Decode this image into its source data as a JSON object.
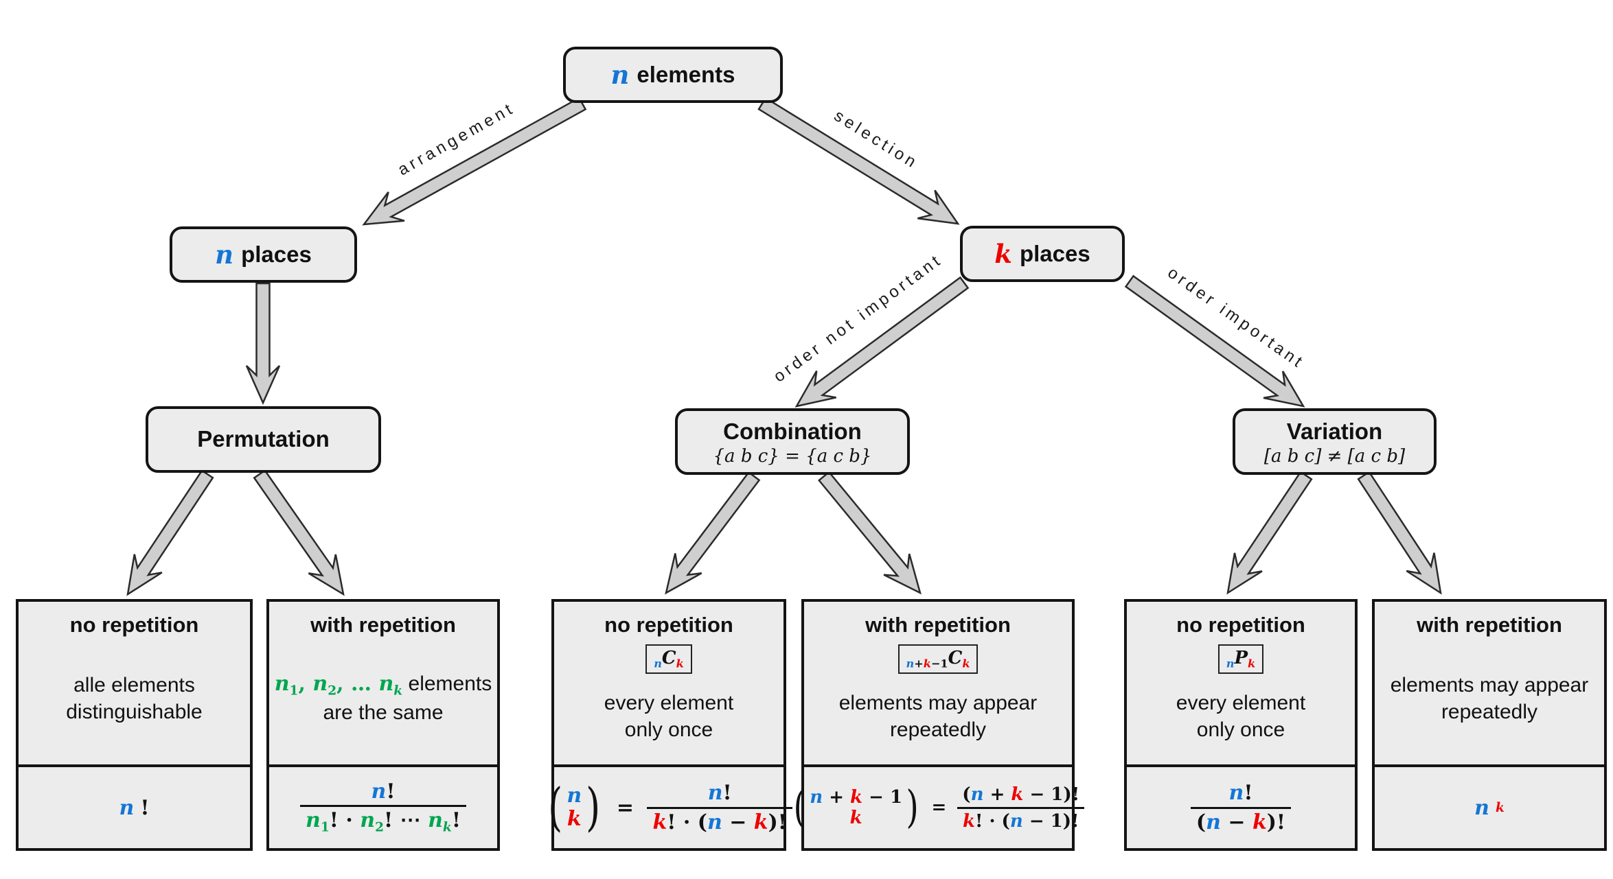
{
  "colors": {
    "blue": "#1376D6",
    "red": "#EE0000",
    "green": "#00A64F",
    "box_fill": "#ECECEC",
    "arrow_fill": "#CFCFCF"
  },
  "root": {
    "var": "n",
    "label": "elements"
  },
  "branch_left": {
    "var": "n",
    "label": "places"
  },
  "branch_right": {
    "var": "k",
    "label": "places"
  },
  "edge_labels": {
    "arrangement": "arrangement",
    "selection": "selection",
    "order_not_important": "order not important",
    "order_important": "order important"
  },
  "categories": {
    "permutation": {
      "title": "Permutation"
    },
    "combination": {
      "title": "Combination",
      "note": "{a b c} = {a c b}"
    },
    "variation": {
      "title": "Variation",
      "note": "[a b c] ≠ [a c b]"
    }
  },
  "leaves": [
    {
      "heading": "no repetition",
      "badge": null,
      "desc": [
        [
          {
            "t": "alle elements",
            "p": 1
          }
        ],
        [
          {
            "t": "distinguishable",
            "p": 1
          }
        ]
      ],
      "formula": {
        "type": "tokens",
        "tokens": [
          {
            "t": "n",
            "c": "blue",
            "it": 1
          },
          {
            "t": "!"
          }
        ]
      }
    },
    {
      "heading": "with repetition",
      "badge": null,
      "desc": [
        [
          {
            "t": "n",
            "c": "green",
            "it": 1
          },
          {
            "t": "1",
            "c": "green",
            "pos": "sub"
          },
          {
            "t": ", ",
            "c": "green"
          },
          {
            "t": "n",
            "c": "green",
            "it": 1
          },
          {
            "t": "2",
            "c": "green",
            "pos": "sub"
          },
          {
            "t": ", … ",
            "c": "green"
          },
          {
            "t": "n",
            "c": "green",
            "it": 1
          },
          {
            "t": "k",
            "c": "green",
            "it": 1,
            "pos": "sub"
          },
          {
            "t": " elements",
            "p": 1
          }
        ],
        [
          {
            "t": "are the same",
            "p": 1
          }
        ]
      ],
      "formula": {
        "type": "frac",
        "num": [
          {
            "t": "n",
            "c": "blue",
            "it": 1
          },
          {
            "t": "!"
          }
        ],
        "den": [
          {
            "t": "n",
            "c": "green",
            "it": 1
          },
          {
            "t": "1",
            "c": "green",
            "pos": "sub"
          },
          {
            "t": "!"
          },
          {
            "t": " · "
          },
          {
            "t": "n",
            "c": "green",
            "it": 1
          },
          {
            "t": "2",
            "c": "green",
            "pos": "sub"
          },
          {
            "t": "!"
          },
          {
            "t": " ⋯ "
          },
          {
            "t": "n",
            "c": "green",
            "it": 1
          },
          {
            "t": "k",
            "c": "green",
            "it": 1,
            "pos": "sub"
          },
          {
            "t": "!"
          }
        ]
      }
    },
    {
      "heading": "no repetition",
      "badge": [
        {
          "t": "n",
          "c": "blue",
          "it": 1,
          "pos": "sub"
        },
        {
          "t": "C",
          "it": 1
        },
        {
          "t": "k",
          "c": "red",
          "it": 1,
          "pos": "sub"
        }
      ],
      "desc": [
        [
          {
            "t": "every element",
            "p": 1
          }
        ],
        [
          {
            "t": "only once",
            "p": 1
          }
        ]
      ],
      "formula": {
        "type": "binom_frac",
        "eq": "=",
        "top": [
          {
            "t": "n",
            "c": "blue",
            "it": 1
          }
        ],
        "bot": [
          {
            "t": "k",
            "c": "red",
            "it": 1
          }
        ],
        "num": [
          {
            "t": "n",
            "c": "blue",
            "it": 1
          },
          {
            "t": "!"
          }
        ],
        "den": [
          {
            "t": "k",
            "c": "red",
            "it": 1
          },
          {
            "t": "!"
          },
          {
            "t": " · ("
          },
          {
            "t": "n",
            "c": "blue",
            "it": 1
          },
          {
            "t": " − "
          },
          {
            "t": "k",
            "c": "red",
            "it": 1
          },
          {
            "t": ")!"
          }
        ]
      }
    },
    {
      "heading": "with repetition",
      "badge": [
        {
          "t": "n",
          "c": "blue",
          "it": 1,
          "pos": "sub"
        },
        {
          "t": "+",
          "pos": "sub"
        },
        {
          "t": "k",
          "c": "red",
          "it": 1,
          "pos": "sub"
        },
        {
          "t": "−1",
          "pos": "sub"
        },
        {
          "t": "C",
          "it": 1
        },
        {
          "t": "k",
          "c": "red",
          "it": 1,
          "pos": "sub"
        }
      ],
      "desc": [
        [
          {
            "t": "elements may appear",
            "p": 1
          }
        ],
        [
          {
            "t": "repeatedly",
            "p": 1
          }
        ]
      ],
      "formula": {
        "type": "binom_frac",
        "eq": "=",
        "top": [
          {
            "t": "n",
            "c": "blue",
            "it": 1
          },
          {
            "t": " + "
          },
          {
            "t": "k",
            "c": "red",
            "it": 1
          },
          {
            "t": " − 1"
          }
        ],
        "bot": [
          {
            "t": "k",
            "c": "red",
            "it": 1
          }
        ],
        "num": [
          {
            "t": "("
          },
          {
            "t": "n",
            "c": "blue",
            "it": 1
          },
          {
            "t": " + "
          },
          {
            "t": "k",
            "c": "red",
            "it": 1
          },
          {
            "t": " − 1"
          },
          {
            "t": ")!"
          }
        ],
        "den": [
          {
            "t": "k",
            "c": "red",
            "it": 1
          },
          {
            "t": "!"
          },
          {
            "t": " · ("
          },
          {
            "t": "n",
            "c": "blue",
            "it": 1
          },
          {
            "t": " − 1"
          },
          {
            "t": ")!"
          }
        ]
      }
    },
    {
      "heading": "no repetition",
      "badge": [
        {
          "t": "n",
          "c": "blue",
          "it": 1,
          "pos": "sub"
        },
        {
          "t": "P",
          "it": 1
        },
        {
          "t": "k",
          "c": "red",
          "it": 1,
          "pos": "sub"
        }
      ],
      "desc": [
        [
          {
            "t": "every element",
            "p": 1
          }
        ],
        [
          {
            "t": "only once",
            "p": 1
          }
        ]
      ],
      "formula": {
        "type": "frac",
        "num": [
          {
            "t": "n",
            "c": "blue",
            "it": 1
          },
          {
            "t": "!"
          }
        ],
        "den": [
          {
            "t": "("
          },
          {
            "t": "n",
            "c": "blue",
            "it": 1
          },
          {
            "t": " − "
          },
          {
            "t": "k",
            "c": "red",
            "it": 1
          },
          {
            "t": ")!"
          }
        ]
      }
    },
    {
      "heading": "with repetition",
      "badge": null,
      "desc": [
        [
          {
            "t": "elements may appear",
            "p": 1
          }
        ],
        [
          {
            "t": "repeatedly",
            "p": 1
          }
        ]
      ],
      "formula": {
        "type": "tokens",
        "tokens": [
          {
            "t": "n",
            "c": "blue",
            "it": 1
          },
          {
            "t": "k",
            "c": "red",
            "it": 1,
            "pos": "sup"
          }
        ]
      }
    }
  ]
}
